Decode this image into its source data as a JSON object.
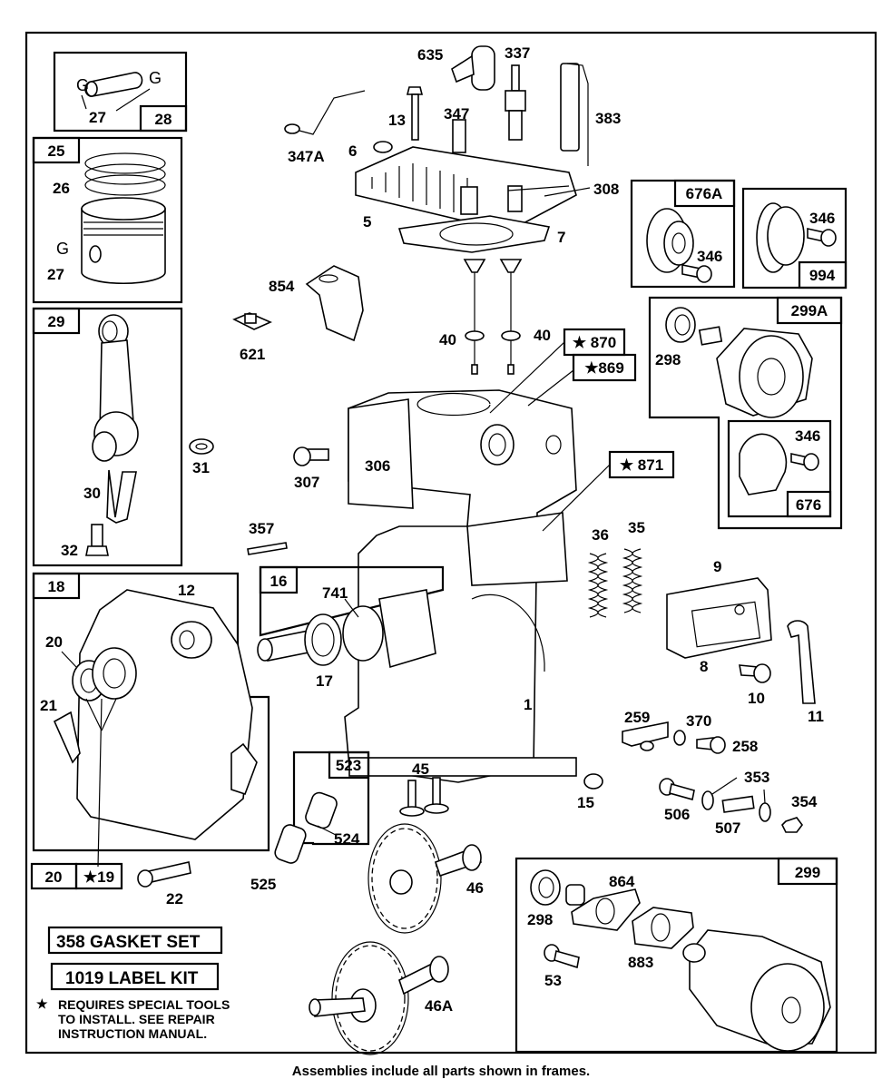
{
  "diagram": {
    "footer_note": "Assemblies include all parts shown in frames.",
    "special_tools_note": {
      "symbol": "★",
      "lines": [
        "REQUIRES SPECIAL TOOLS",
        "TO INSTALL.  SEE REPAIR",
        "INSTRUCTION MANUAL."
      ]
    },
    "kits": [
      {
        "label": "358 GASKET SET"
      },
      {
        "label": "1019 LABEL KIT"
      }
    ],
    "frame_labels": {
      "f28": "28",
      "f25": "25",
      "f29": "29",
      "f18": "18",
      "f16": "16",
      "f523": "523",
      "f676A": "676A",
      "f994": "994",
      "f299A": "299A",
      "f676": "676",
      "f299": "299",
      "f20": "20",
      "f19": "★19",
      "f870": "★ 870",
      "f869": "★869",
      "f871": "★ 871"
    },
    "part_labels": {
      "p635": "635",
      "p337": "337",
      "p383": "383",
      "p13": "13",
      "p347": "347",
      "p347A": "347A",
      "p6": "6",
      "p308": "308",
      "p5": "5",
      "p7": "7",
      "p27a": "27",
      "p26": "26",
      "p27b": "27",
      "p346a": "346",
      "p346b": "346",
      "p346c": "346",
      "p854": "854",
      "p621": "621",
      "p40a": "40",
      "p40b": "40",
      "p298a": "298",
      "p30": "30",
      "p31": "31",
      "p32": "32",
      "p307": "307",
      "p306": "306",
      "p357": "357",
      "p36": "36",
      "p35": "35",
      "p9": "9",
      "p8": "8",
      "p10": "10",
      "p11": "11",
      "p12": "12",
      "p20": "20",
      "p21": "21",
      "p741": "741",
      "p17": "17",
      "p1": "1",
      "p259": "259",
      "p370": "370",
      "p258": "258",
      "p45": "45",
      "p15": "15",
      "p524": "524",
      "p525": "525",
      "p22": "22",
      "p46": "46",
      "p46A": "46A",
      "p506": "506",
      "p507": "507",
      "p353": "353",
      "p354": "354",
      "p864": "864",
      "p298b": "298",
      "p883": "883",
      "p53": "53"
    }
  }
}
